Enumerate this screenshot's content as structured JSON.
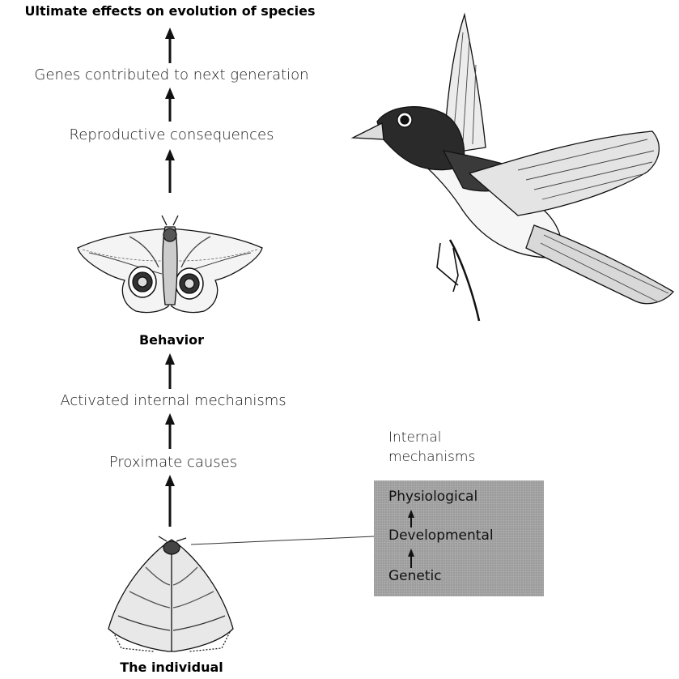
{
  "labels": {
    "ultimate": "Ultimate effects on evolution of species",
    "genes": "Genes contributed to next generation",
    "reproductive": "Reproductive consequences",
    "behavior": "Behavior",
    "activated": "Activated internal mechanisms",
    "proximate": "Proximate causes",
    "individual": "The individual"
  },
  "internal_mechanisms": {
    "heading_line1": "Internal",
    "heading_line2": "mechanisms",
    "levels": [
      "Physiological",
      "Developmental",
      "Genetic"
    ]
  },
  "illustrations": [
    "bird-illustration",
    "moth-spread-wings",
    "moth-folded-wings"
  ]
}
